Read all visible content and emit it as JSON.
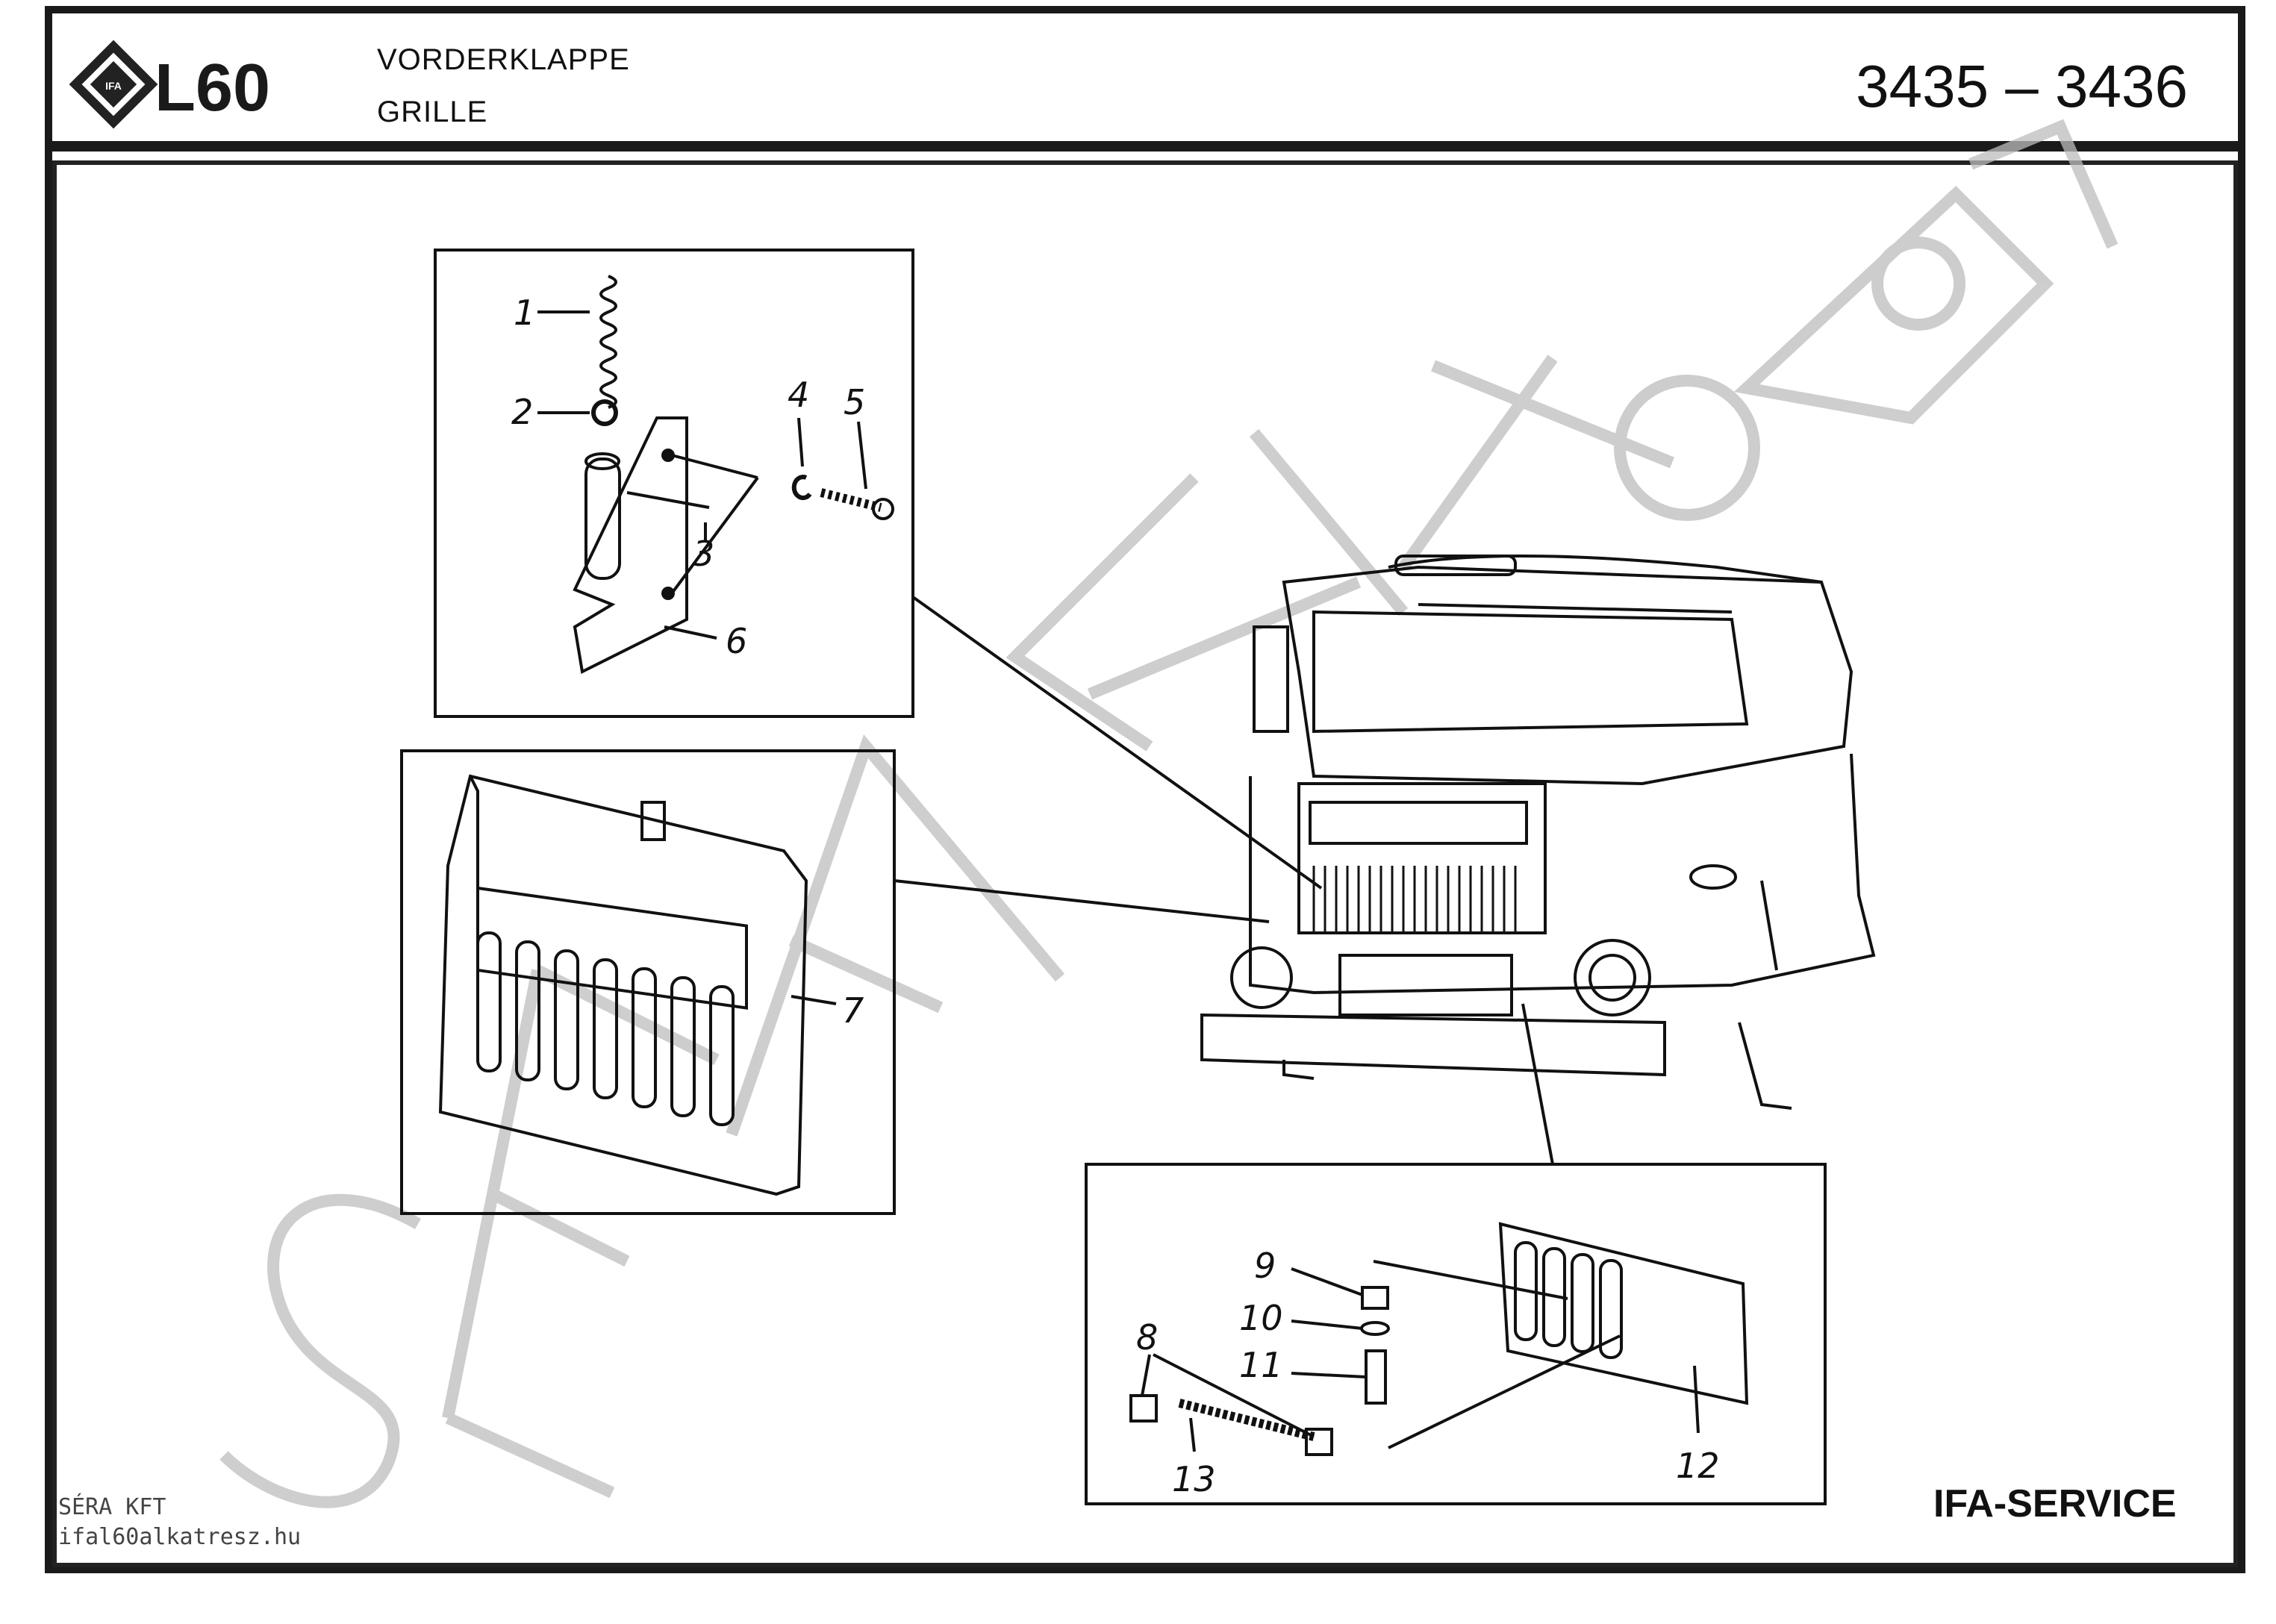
{
  "header": {
    "brand": "L60",
    "title_line1": "VORDERKLAPPE",
    "title_line2": "GRILLE",
    "page_numbers": "3435 – 3436"
  },
  "footer": {
    "brand": "IFA-SERVICE",
    "company": "SÉRA KFT",
    "website": "ifal60alkatresz.hu"
  },
  "watermark": "SÉRA KFT",
  "callouts": [
    "1",
    "2",
    "3",
    "4",
    "5",
    "6",
    "7",
    "8",
    "9",
    "10",
    "11",
    "12",
    "13"
  ]
}
